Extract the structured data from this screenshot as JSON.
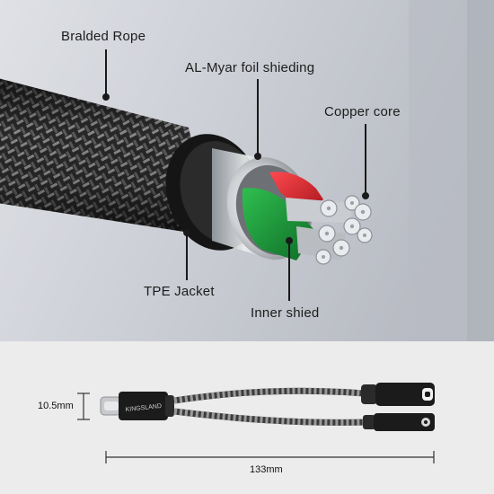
{
  "labels": {
    "braided_rope": "Bralded Rope",
    "foil": "AL-Myar foil shieding",
    "copper": "Copper core",
    "jacket": "TPE Jacket",
    "inner": "Inner shied"
  },
  "dimensions": {
    "height": "10.5mm",
    "length": "133mm"
  },
  "product": {
    "brand": "KINGSLAND"
  },
  "colors": {
    "background_top": "#c9ccd3",
    "background_bottom": "#ececec",
    "wire_green": "#1f9a3a",
    "wire_red": "#d8262d"
  }
}
